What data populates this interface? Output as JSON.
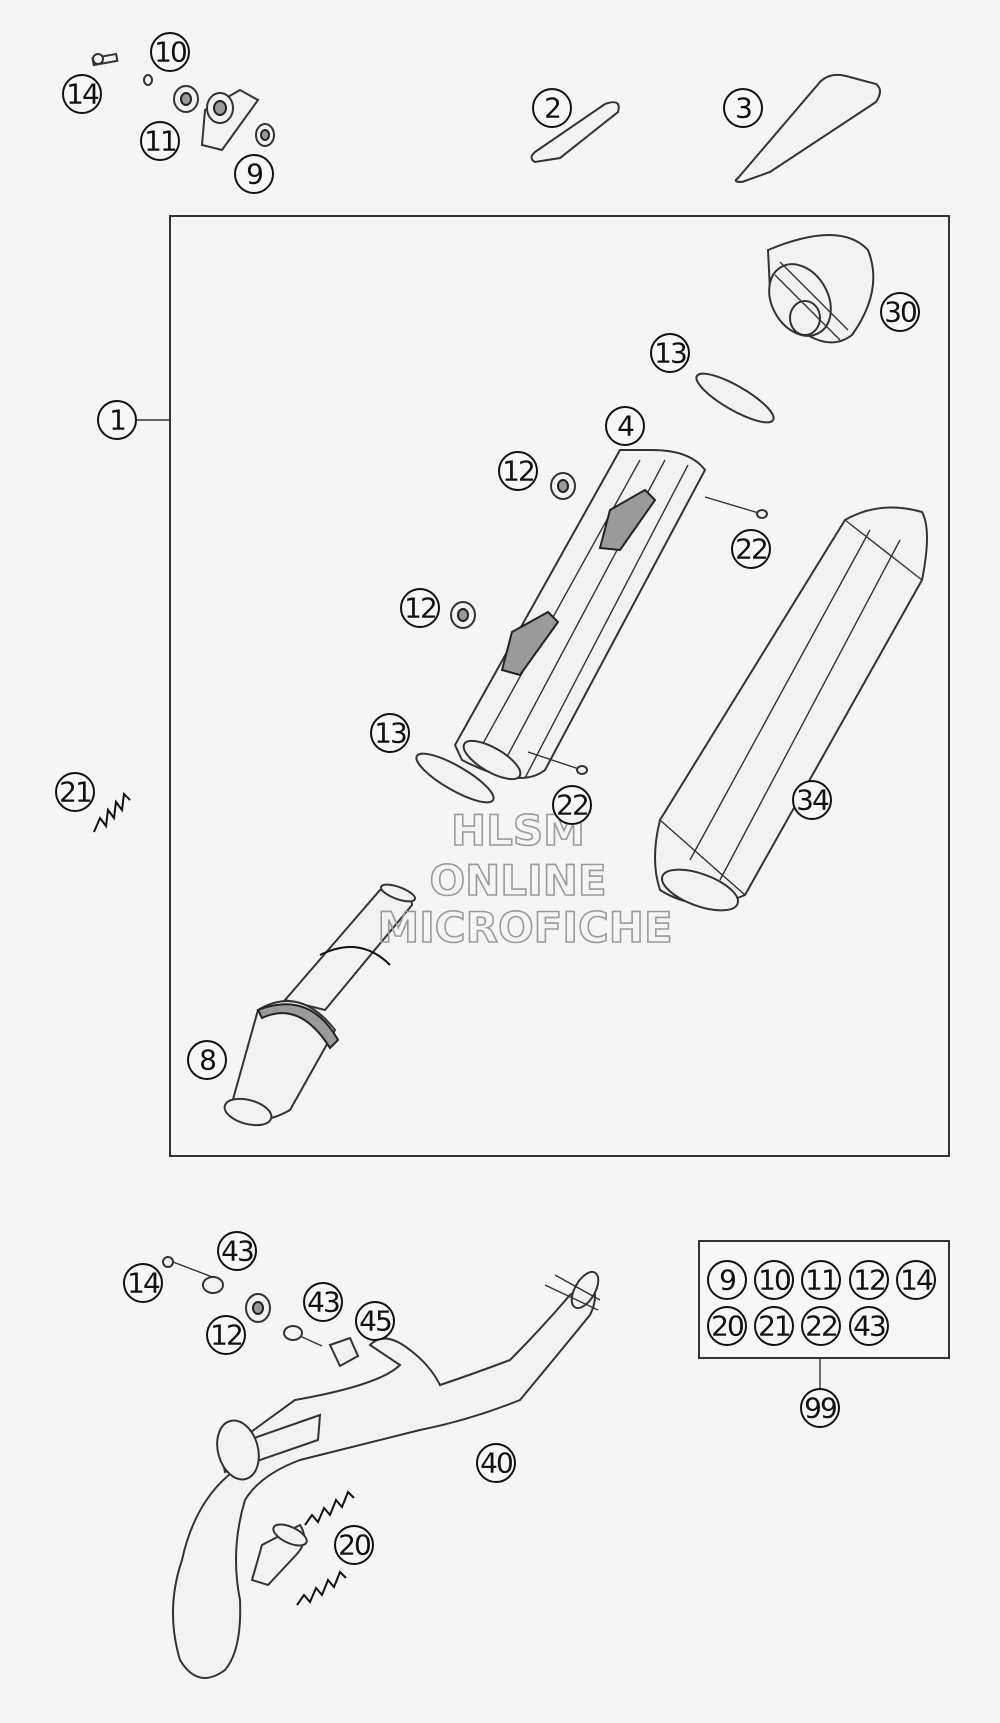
{
  "watermark": {
    "line1": "HLSM",
    "line2": "ONLINE",
    "line3": "MICROFICHE"
  },
  "callouts": {
    "c14a": "14",
    "c10a": "10",
    "c11a": "11",
    "c9a": "9",
    "c2": "2",
    "c3": "3",
    "c30": "30",
    "c13a": "13",
    "c1": "1",
    "c4": "4",
    "c12a": "12",
    "c22a": "22",
    "c12b": "12",
    "c13b": "13",
    "c22b": "22",
    "c34": "34",
    "c21": "21",
    "c8": "8",
    "c43a": "43",
    "c14b": "14",
    "c43b": "43",
    "c12c": "12",
    "c45": "45",
    "c40": "40",
    "c20": "20",
    "c99": "99"
  },
  "kit": {
    "row1": [
      "9",
      "10",
      "11",
      "12",
      "14"
    ],
    "row2": [
      "20",
      "21",
      "22",
      "43"
    ]
  },
  "colors": {
    "line": "#111111",
    "part_fill": "#f2f2f2",
    "part_dark": "#9a9a9a",
    "background": "#f5f5f5"
  }
}
